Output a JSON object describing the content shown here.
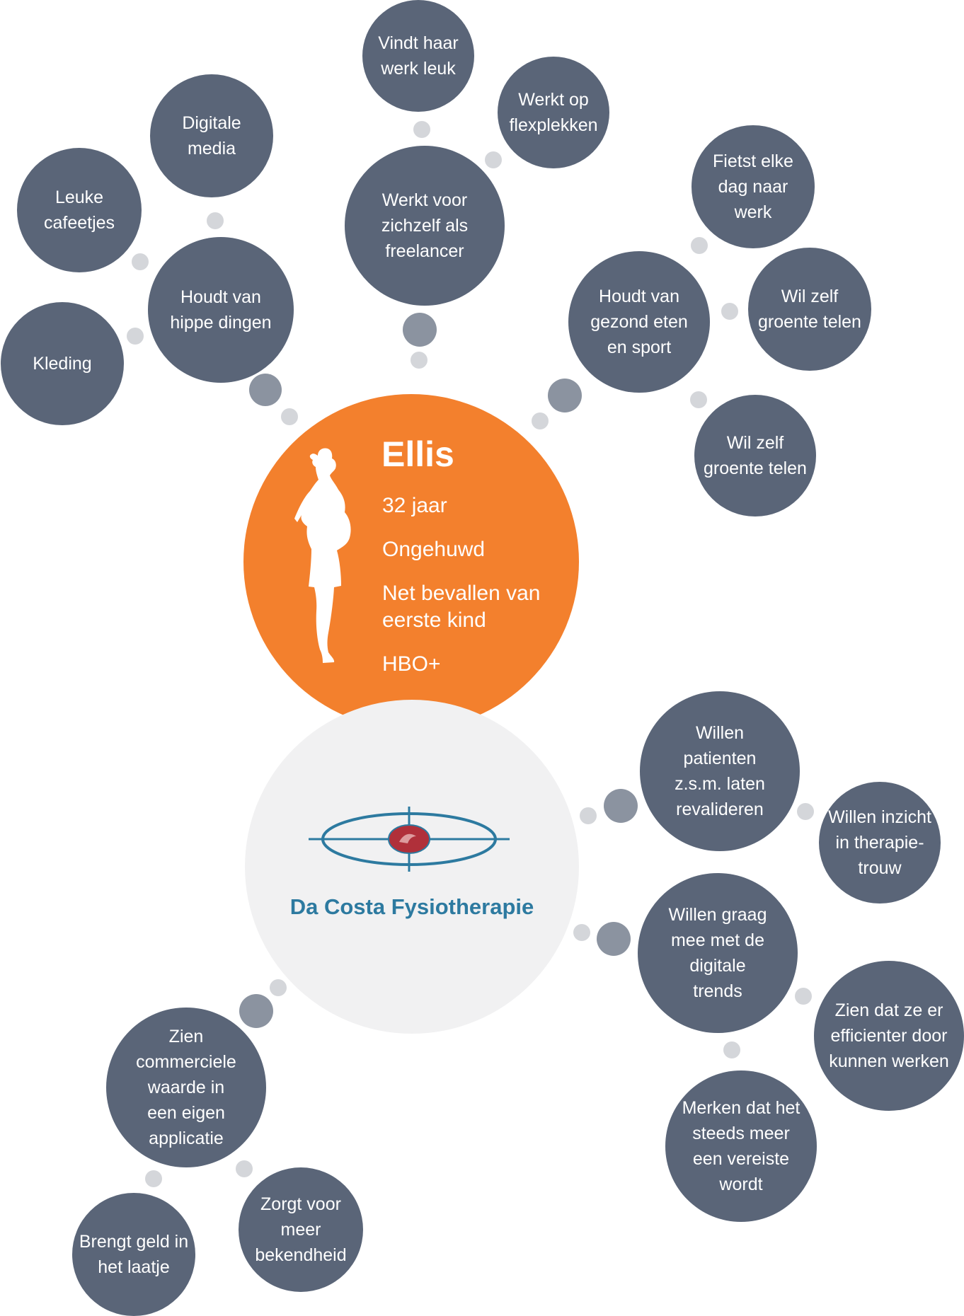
{
  "persona": {
    "name": "Ellis",
    "age": "32 jaar",
    "status": "Ongehuwd",
    "life_event": "Net bevallen van\neerste kind",
    "education": "HBO+",
    "color": "#f3802d"
  },
  "company": {
    "name": "Da Costa Fysiotherapie",
    "color": "#2d7aa0",
    "logo_accent": "#b0303a"
  },
  "bubble_color": "#5a6578",
  "bubbles": [
    "Digitale\nmedia",
    "Leuke\ncafeetjes",
    "Houdt van\nhippe dingen",
    "Kleding",
    "Vindt haar\nwerk leuk",
    "Werkt op\nflexplekken",
    "Werkt voor\nzichzelf als\nfreelancer",
    "Fietst elke\ndag naar\nwerk",
    "Houdt van\ngezond eten\nen sport",
    "Wil zelf\ngroente telen",
    "Wil zelf\ngroente telen",
    "Willen\npatienten\nz.s.m. laten\nrevalideren",
    "Willen inzicht\nin therapie-\ntrouw",
    "Willen graag\nmee met de\ndigitale\ntrends",
    "Zien dat ze er\nefficienter door\nkunnen werken",
    "Merken dat het\nsteeds meer\neen vereiste\nwordt",
    "Zien\ncommerciele\nwaarde in\neen eigen\napplicatie",
    "Zorgt voor\nmeer\nbekendheid",
    "Brengt geld in\nhet laatje"
  ]
}
